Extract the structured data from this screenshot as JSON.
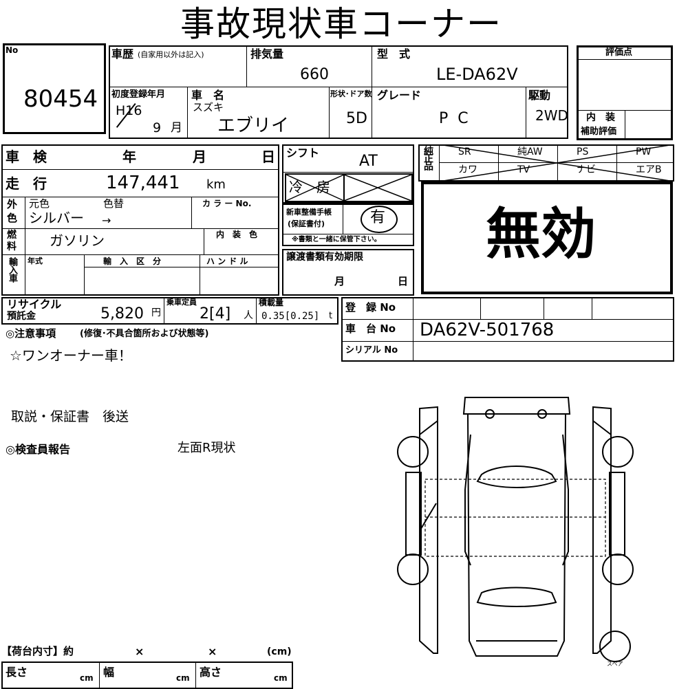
{
  "title": "事故現状車コーナー",
  "header": {
    "no_label": "No",
    "no_value": "80454",
    "history_label": "車歴",
    "history_note": "(自家用以外は記入)",
    "displacement_label": "排気量",
    "displacement_value": "660",
    "model_label": "型　式",
    "model_value": "LE-DA62V",
    "first_reg_label": "初度登録年月",
    "first_reg_year": "H16",
    "first_reg_month": "9",
    "first_reg_month_unit": "月",
    "car_name_label": "車　名",
    "maker": "スズキ",
    "car_name": "エブリイ",
    "body_label": "形状･ドア数",
    "body_value": "5D",
    "grade_label": "グレード",
    "grade_value": "PC",
    "drive_label": "駆動",
    "drive_value": "2WD",
    "score_label": "評価点",
    "interior_label": "内　装",
    "aux_score_label": "補助評価"
  },
  "inspection": {
    "shaken_label": "車　検",
    "year_label": "年",
    "month_label": "月",
    "day_label": "日",
    "mileage_label": "走　行",
    "mileage_value": "147,441",
    "mileage_unit": "km",
    "ext_color_label_1": "外",
    "ext_color_label_2": "色",
    "orig_color_label": "元色",
    "repaint_label": "色替",
    "orig_color_value": "シルバー",
    "repaint_value": "→",
    "color_no_label": "カ ラ ー No.",
    "fuel_label_1": "燃",
    "fuel_label_2": "料",
    "fuel_value": "ガソリン",
    "interior_color_label": "内　装　色",
    "import_label": "輸入車",
    "model_year_label": "年式",
    "import_type_label": "輸　入　区　分",
    "handle_label": "ハ ン ド ル"
  },
  "middle": {
    "shift_label": "シフト",
    "shift_value": "AT",
    "ac_label": "冷　房",
    "manual_label_1": "新車整備手帳",
    "manual_label_2": "(保証書付)",
    "manual_value": "有",
    "manual_note": "※書類と一緒に保管下さい。",
    "transfer_label": "譲渡書類有効期限",
    "transfer_month": "月",
    "transfer_day": "日"
  },
  "equipment": {
    "label": "純正品",
    "items_top": [
      "SR",
      "純AW",
      "PS",
      "PW"
    ],
    "items_bottom": [
      "カワ",
      "TV",
      "ナビ",
      "エアB"
    ]
  },
  "stamp": "無効",
  "fees": {
    "recycle_label_1": "リサイクル",
    "recycle_label_2": "預託金",
    "recycle_value": "5,820",
    "recycle_unit": "円",
    "capacity_label": "乗車定員",
    "capacity_value": "2[4]",
    "capacity_unit": "人",
    "load_label": "積載量",
    "load_value": "0.35[0.25]",
    "load_unit": "t"
  },
  "registration": {
    "reg_no_label": "登　録 No",
    "chassis_label": "車　台 No",
    "chassis_value": "DA62V-501768",
    "serial_label": "シリアル No"
  },
  "notes": {
    "caution_label": "◎注意事項",
    "caution_note": "(修復･不具合箇所および状態等)",
    "caution_text": "☆ワンオーナー車！",
    "manual_text": "取説・保証書　後送",
    "inspector_label": "◎検査員報告",
    "inspector_text": "左面R現状"
  },
  "cargo": {
    "title": "【荷台内寸】約",
    "x1": "×",
    "x2": "×",
    "unit": "(cm)",
    "length_label": "長さ",
    "width_label": "幅",
    "height_label": "高さ",
    "cm": "cm"
  },
  "diagram": {
    "spare_label": "スペア"
  }
}
